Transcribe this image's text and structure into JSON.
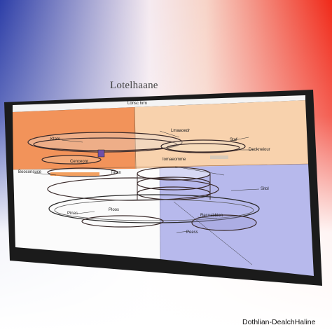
{
  "title": "Lotelhaane",
  "caption": "Dothlian-DealchHaline",
  "header_text": "Lonsc hrm",
  "labels": {
    "kanto": "Ktato",
    "conceonr": "Cenceonr",
    "boconsuce": "Booconsuce",
    "lmaaoedr": "Lmaaoedr",
    "iomaeomme": "Iomaeomme",
    "sat": "Staf",
    "deokneiour": "Deokneiour",
    "sitol": "Sitol",
    "tinan": "Tinan",
    "recoabbion": "Recoabbion",
    "pinas": "Pinas",
    "peess": "Peess",
    "ploos": "Ploos"
  },
  "colors": {
    "gradient_left": "#2e3fa8",
    "gradient_mid": "#f7e9ef",
    "gradient_right": "#f02a1a",
    "panel_orange": "#f2935a",
    "panel_peach": "#f8d2ad",
    "panel_white": "#fbfbfb",
    "panel_lavender": "#b7b9ec",
    "frame": "#1b1b1b"
  }
}
